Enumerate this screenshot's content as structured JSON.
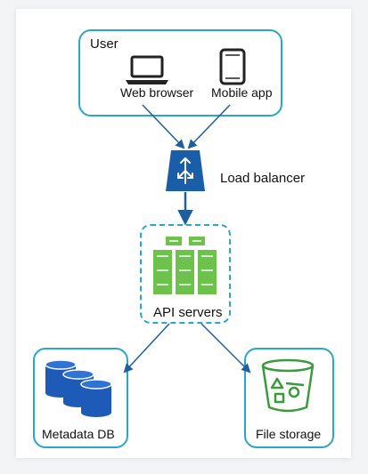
{
  "user_group": {
    "title": "User",
    "clients": [
      {
        "label": "Web browser",
        "icon": "laptop-icon"
      },
      {
        "label": "Mobile app",
        "icon": "mobile-phone-icon"
      }
    ]
  },
  "load_balancer": {
    "label": "Load balancer",
    "icon": "load-balancer-icon"
  },
  "api_servers": {
    "label": "API servers",
    "icon": "server-rack-icon"
  },
  "storage": [
    {
      "label": "Metadata DB",
      "icon": "database-icon"
    },
    {
      "label": "File storage",
      "icon": "storage-bucket-icon"
    }
  ],
  "colors": {
    "border": "#2aa6c9",
    "arrow": "#1f5f9e",
    "load_balancer": "#1a5ea8",
    "server": "#6cc24a",
    "database": "#1e5bb8",
    "bucket": "#3b9a3b"
  }
}
